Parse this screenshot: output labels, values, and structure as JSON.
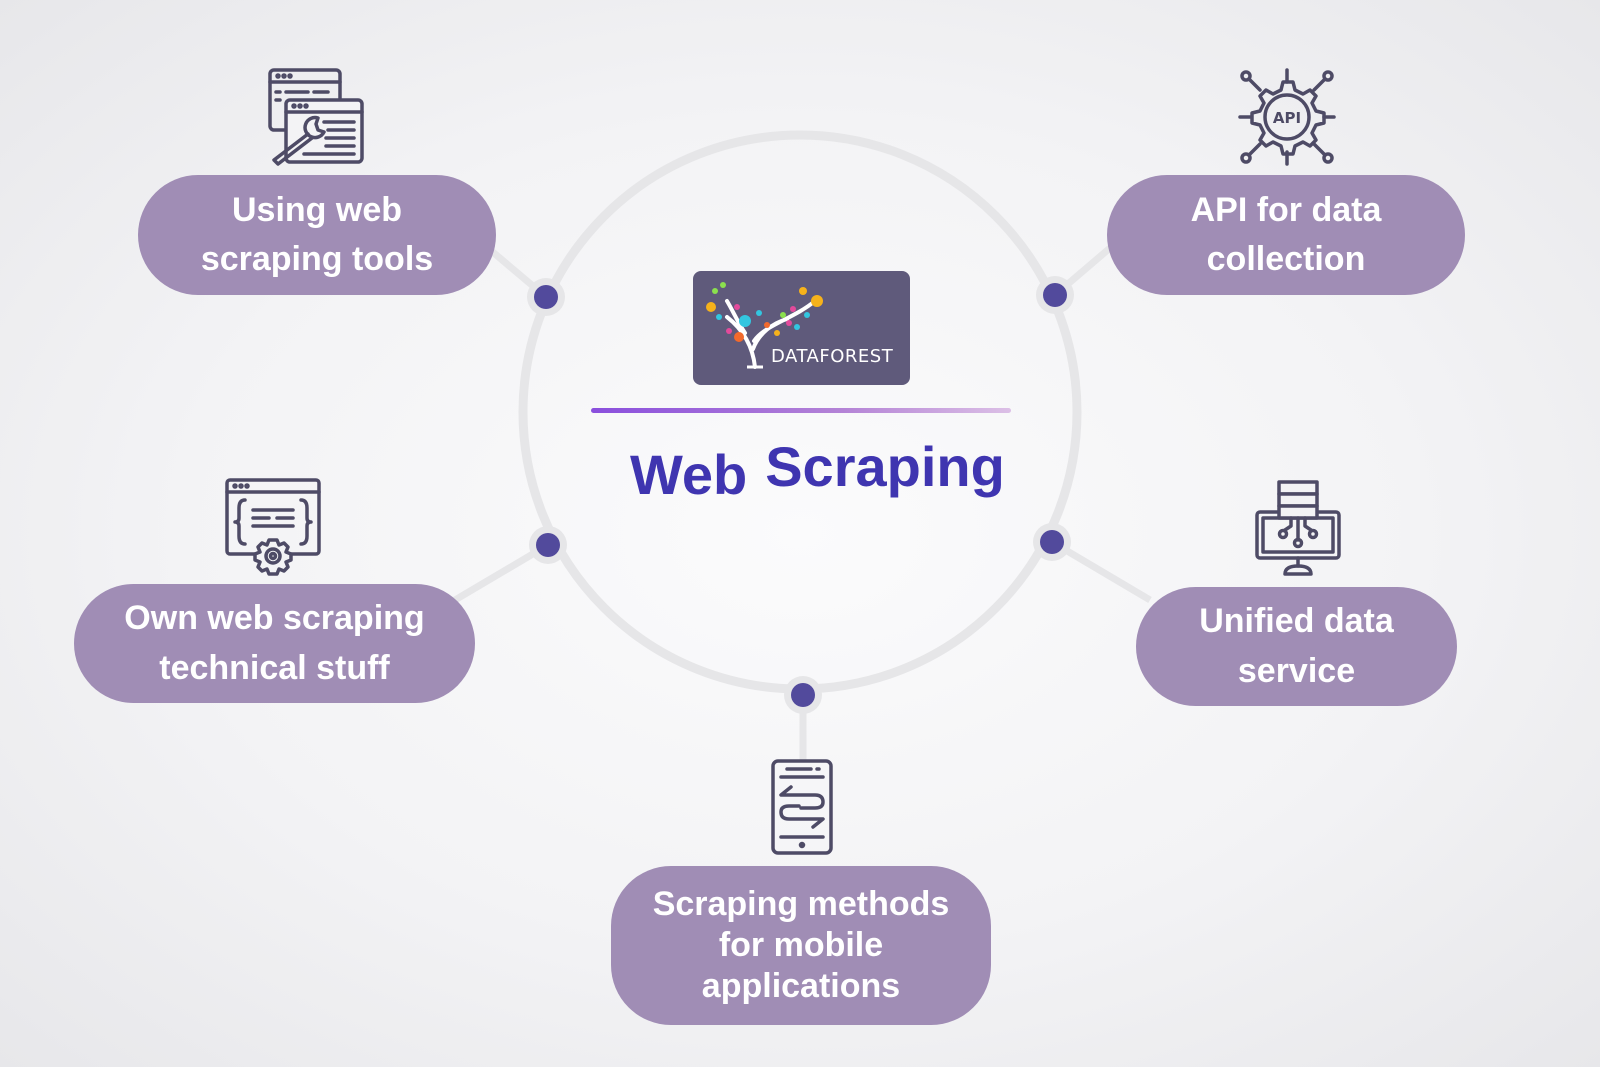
{
  "center": {
    "logo_text": "DATAFOREST",
    "title_word_1": "Web",
    "title_word_2": "Scraping"
  },
  "nodes": [
    {
      "id": "tools",
      "label_lines": [
        "Using web",
        "scraping tools"
      ],
      "icon": "browser-wrench-icon"
    },
    {
      "id": "api",
      "label_lines": [
        "API for data",
        "collection"
      ],
      "icon": "api-gear-icon"
    },
    {
      "id": "own",
      "label_lines": [
        "Own web scraping",
        "technical stuff"
      ],
      "icon": "code-window-gear-icon"
    },
    {
      "id": "unified",
      "label_lines": [
        "Unified data",
        "service"
      ],
      "icon": "database-monitor-icon"
    },
    {
      "id": "mobile",
      "label_lines": [
        "Scraping methods",
        "for mobile",
        "applications"
      ],
      "icon": "mobile-sync-icon"
    }
  ],
  "colors": {
    "pill": "#a08db5",
    "node_dot": "#524a9c",
    "ring": "#e6e6e8",
    "title": "#3f35b0",
    "logo_bg": "#5f5a7b",
    "icon_stroke": "#4e4b66"
  }
}
